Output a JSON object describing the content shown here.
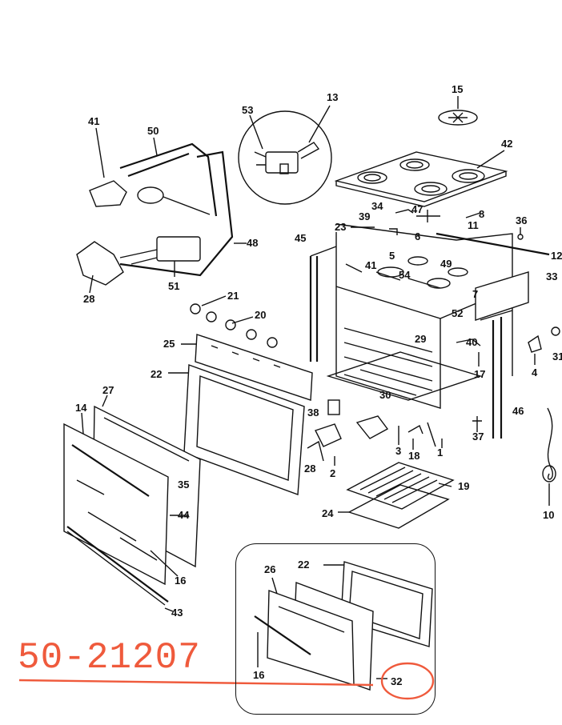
{
  "part_number": "50-21207",
  "highlight_color": "#ef5a3c",
  "callouts": [
    {
      "id": "c15",
      "label": "15"
    },
    {
      "id": "c42",
      "label": "42"
    },
    {
      "id": "c41a",
      "label": "41"
    },
    {
      "id": "c50",
      "label": "50"
    },
    {
      "id": "c53",
      "label": "53"
    },
    {
      "id": "c13",
      "label": "13"
    },
    {
      "id": "c48",
      "label": "48"
    },
    {
      "id": "c28a",
      "label": "28"
    },
    {
      "id": "c51",
      "label": "51"
    },
    {
      "id": "c34",
      "label": "34"
    },
    {
      "id": "c47",
      "label": "47"
    },
    {
      "id": "c8",
      "label": "8"
    },
    {
      "id": "c39",
      "label": "39"
    },
    {
      "id": "c11",
      "label": "11"
    },
    {
      "id": "c23",
      "label": "23"
    },
    {
      "id": "c36",
      "label": "36"
    },
    {
      "id": "c45",
      "label": "45"
    },
    {
      "id": "c12",
      "label": "12"
    },
    {
      "id": "c6",
      "label": "6"
    },
    {
      "id": "c5",
      "label": "5"
    },
    {
      "id": "c41b",
      "label": "41"
    },
    {
      "id": "c49",
      "label": "49"
    },
    {
      "id": "c33",
      "label": "33"
    },
    {
      "id": "c54",
      "label": "54"
    },
    {
      "id": "c7",
      "label": "7"
    },
    {
      "id": "c52",
      "label": "52"
    },
    {
      "id": "c21",
      "label": "21"
    },
    {
      "id": "c20",
      "label": "20"
    },
    {
      "id": "c25",
      "label": "25"
    },
    {
      "id": "c29",
      "label": "29"
    },
    {
      "id": "c40",
      "label": "40"
    },
    {
      "id": "c4",
      "label": "4"
    },
    {
      "id": "c31",
      "label": "31"
    },
    {
      "id": "c17",
      "label": "17"
    },
    {
      "id": "c22a",
      "label": "22"
    },
    {
      "id": "c30",
      "label": "30"
    },
    {
      "id": "c27",
      "label": "27"
    },
    {
      "id": "c14",
      "label": "14"
    },
    {
      "id": "c38",
      "label": "38"
    },
    {
      "id": "c46",
      "label": "46"
    },
    {
      "id": "c3",
      "label": "3"
    },
    {
      "id": "c1",
      "label": "1"
    },
    {
      "id": "c18",
      "label": "18"
    },
    {
      "id": "c37",
      "label": "37"
    },
    {
      "id": "c28b",
      "label": "28"
    },
    {
      "id": "c2",
      "label": "2"
    },
    {
      "id": "c35",
      "label": "35"
    },
    {
      "id": "c10",
      "label": "10"
    },
    {
      "id": "c44",
      "label": "44"
    },
    {
      "id": "c19",
      "label": "19"
    },
    {
      "id": "c24",
      "label": "24"
    },
    {
      "id": "c16a",
      "label": "16"
    },
    {
      "id": "c43",
      "label": "43"
    },
    {
      "id": "c22b",
      "label": "22"
    },
    {
      "id": "c26",
      "label": "26"
    },
    {
      "id": "c16b",
      "label": "16"
    },
    {
      "id": "c32",
      "label": "32"
    }
  ]
}
